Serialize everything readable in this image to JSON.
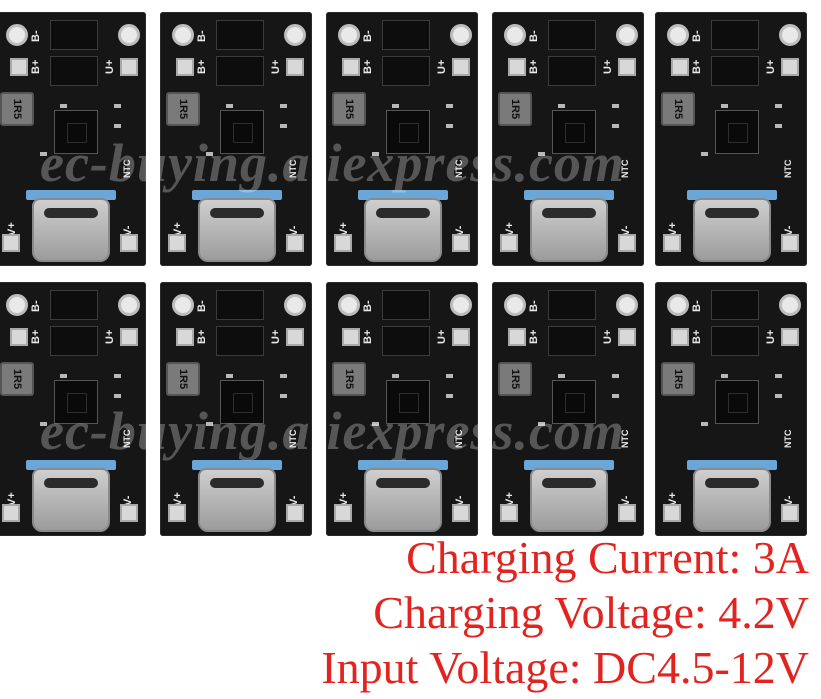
{
  "image": {
    "watermark_text": "ec-buying.aliexpress.com",
    "boards": [
      {
        "label_inductor": "1R5",
        "label_bplus": "B+",
        "label_bminus": "B-",
        "label_uplus": "U+",
        "label_vplus": "V+",
        "label_vminus": "V-",
        "label_ntc": "NTC"
      }
    ],
    "specs": {
      "charging_current": "Charging Current: 3A",
      "charging_voltage": "Charging Voltage: 4.2V",
      "input_voltage": "Input Voltage: DC4.5-12V"
    },
    "colors": {
      "spec_text": "#e1241f",
      "pcb": "#161616",
      "usb_tab_blue": "#6aa7d8"
    }
  }
}
